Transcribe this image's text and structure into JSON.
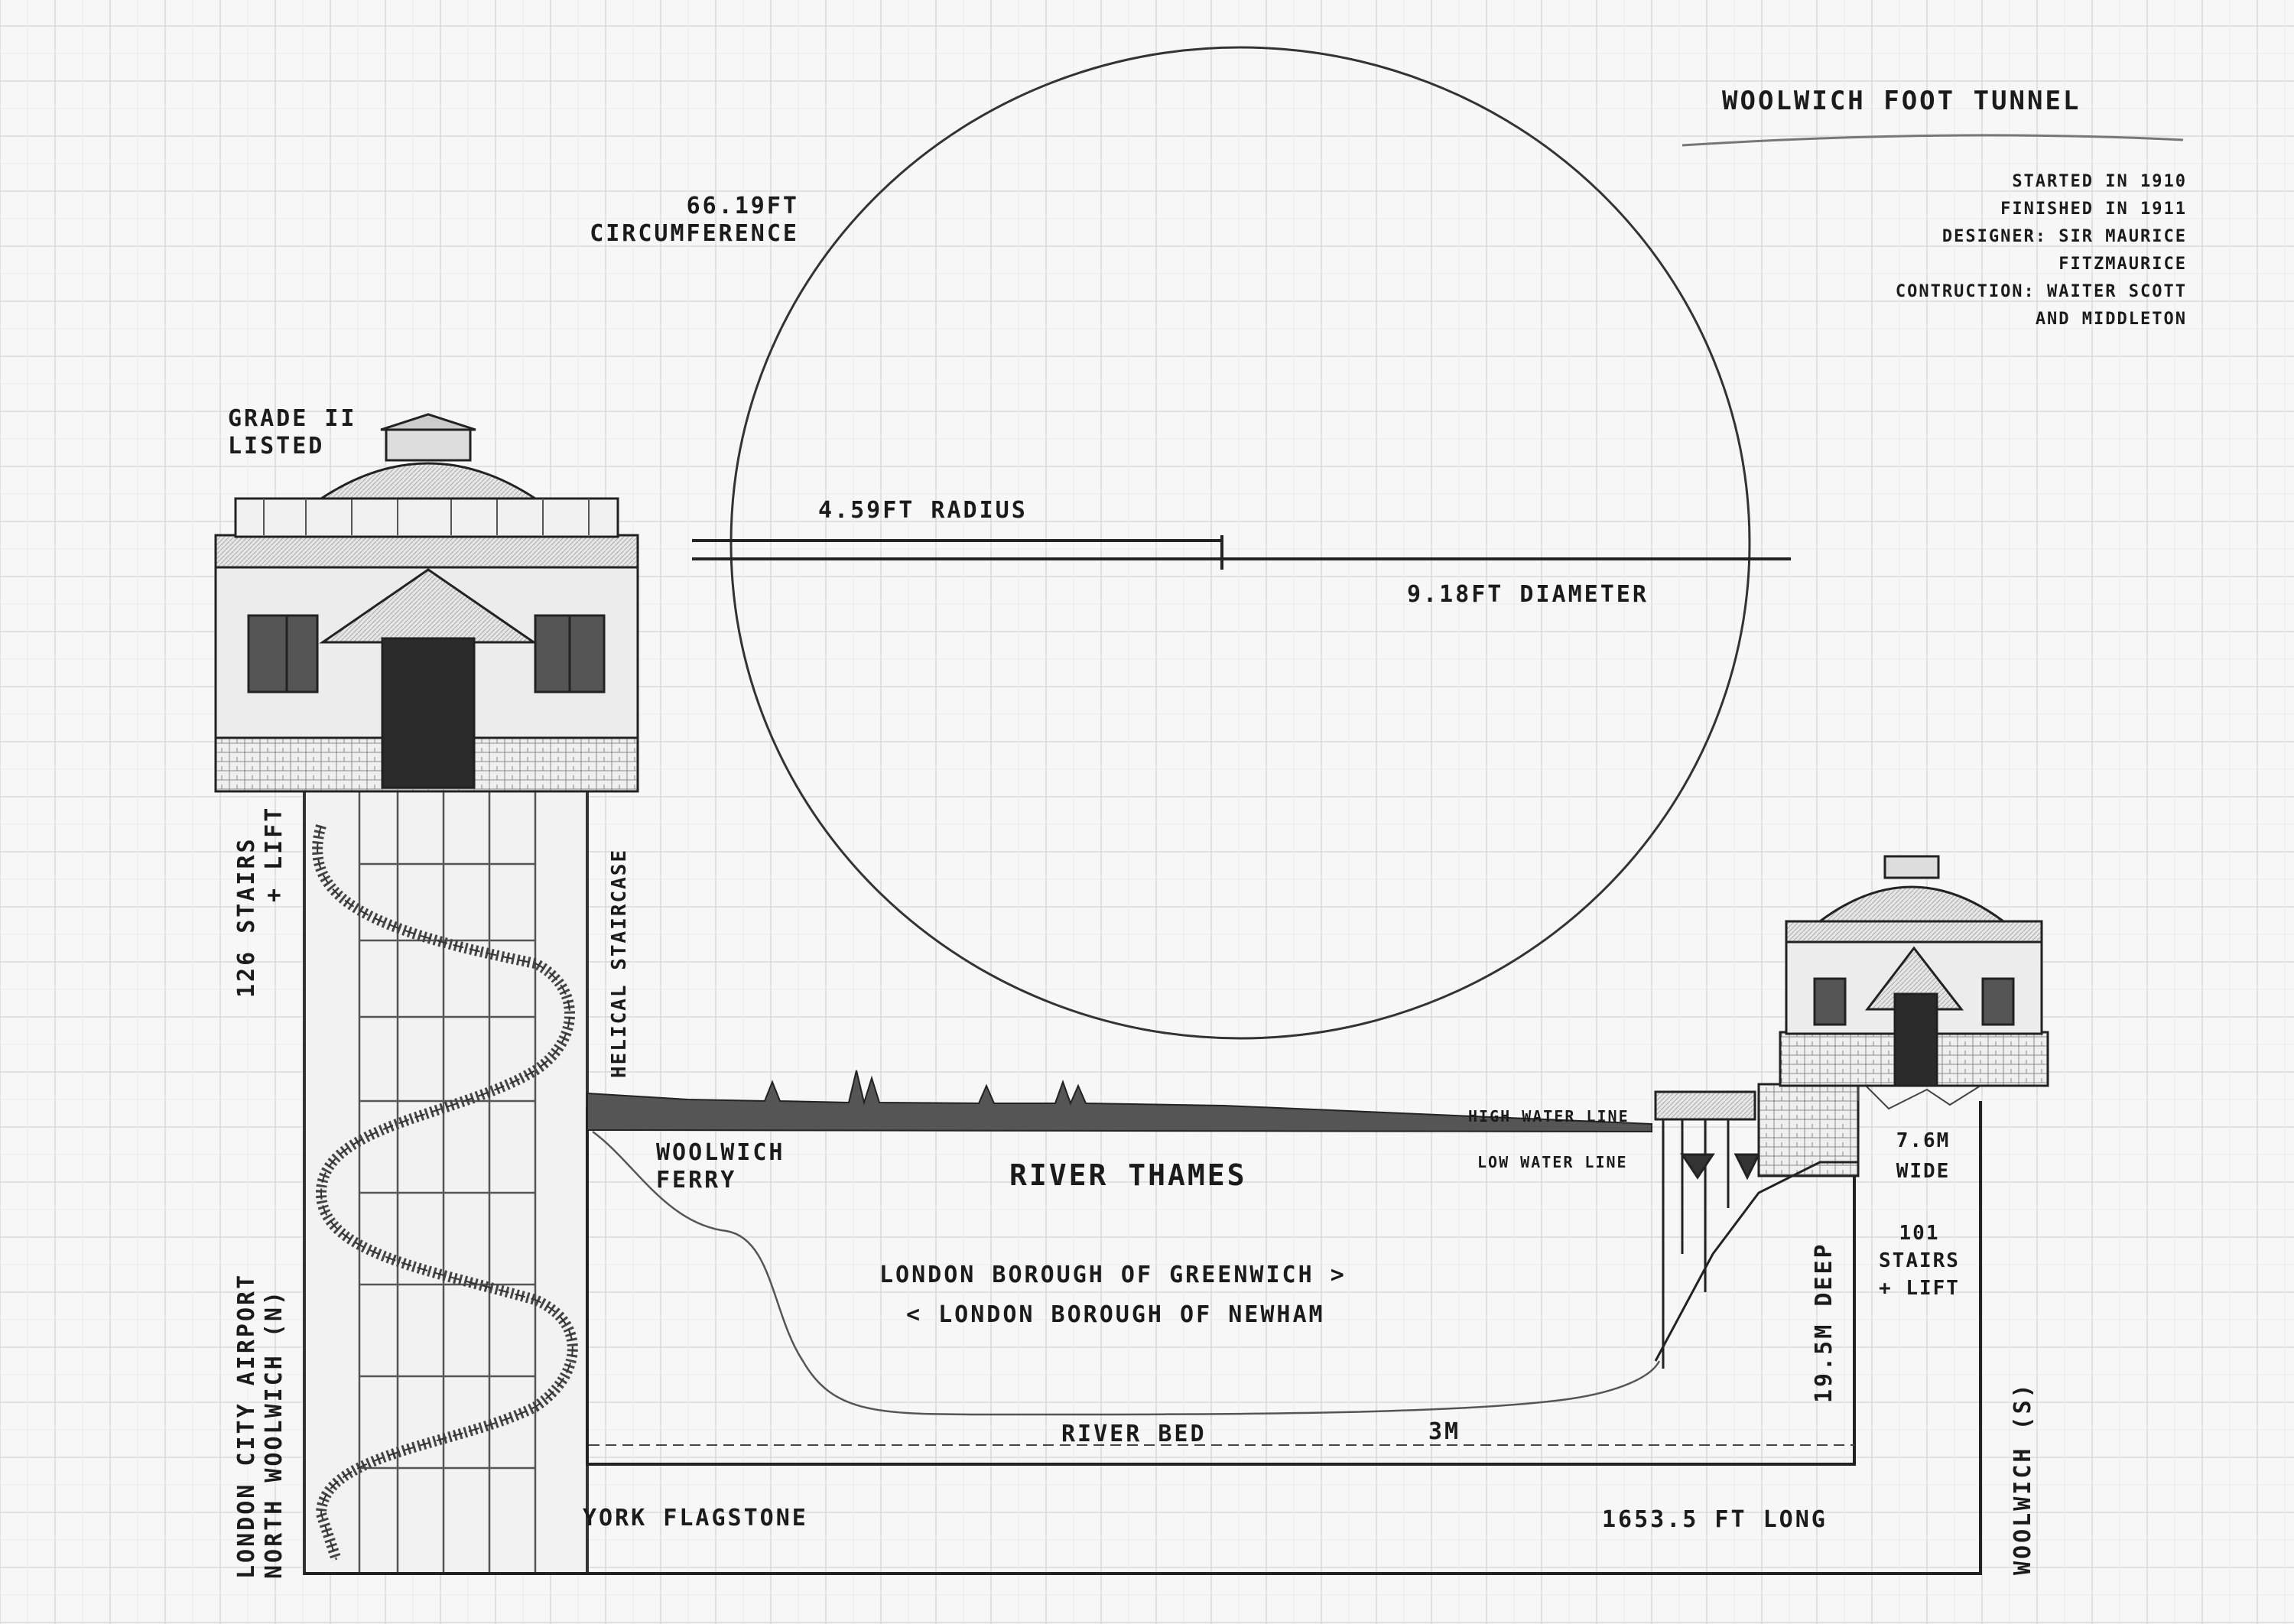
{
  "title": "WOOLWICH FOOT TUNNEL",
  "info": {
    "started": "STARTED IN 1910",
    "finished": "FINISHED IN 1911",
    "designer_1": "DESIGNER: SIR MAURICE",
    "designer_2": "FITZMAURICE",
    "construction_1": "CONTRUCTION: WAITER SCOTT",
    "construction_2": "AND MIDDLETON"
  },
  "circle": {
    "circumference_value": "66.19FT",
    "circumference_label": "CIRCUMFERENCE",
    "radius": "4.59FT RADIUS",
    "diameter": "9.18FT DIAMETER"
  },
  "north": {
    "grade_1": "GRADE II",
    "grade_2": "LISTED",
    "stairs_1": "126 STAIRS",
    "stairs_2": "+ LIFT",
    "helical": "HELICAL STAIRCASE",
    "location_1": "LONDON CITY AIRPORT",
    "location_2": "NORTH WOOLWICH (N)"
  },
  "river": {
    "ferry_1": "WOOLWICH",
    "ferry_2": "FERRY",
    "name": "RIVER THAMES",
    "high_water": "HIGH WATER LINE",
    "low_water": "LOW WATER LINE",
    "greenwich": "LONDON BOROUGH OF GREENWICH >",
    "newham": "< LONDON BOROUGH OF NEWHAM",
    "bed": "RIVER BED",
    "bed_depth": "3M"
  },
  "south": {
    "width_1": "7.6M",
    "width_2": "WIDE",
    "stairs_1": "101",
    "stairs_2": "STAIRS",
    "stairs_3": "+ LIFT",
    "depth": "19.5M DEEP",
    "location": "WOOLWICH (S)"
  },
  "tunnel": {
    "floor": "YORK FLAGSTONE",
    "length": "1653.5 FT LONG"
  }
}
